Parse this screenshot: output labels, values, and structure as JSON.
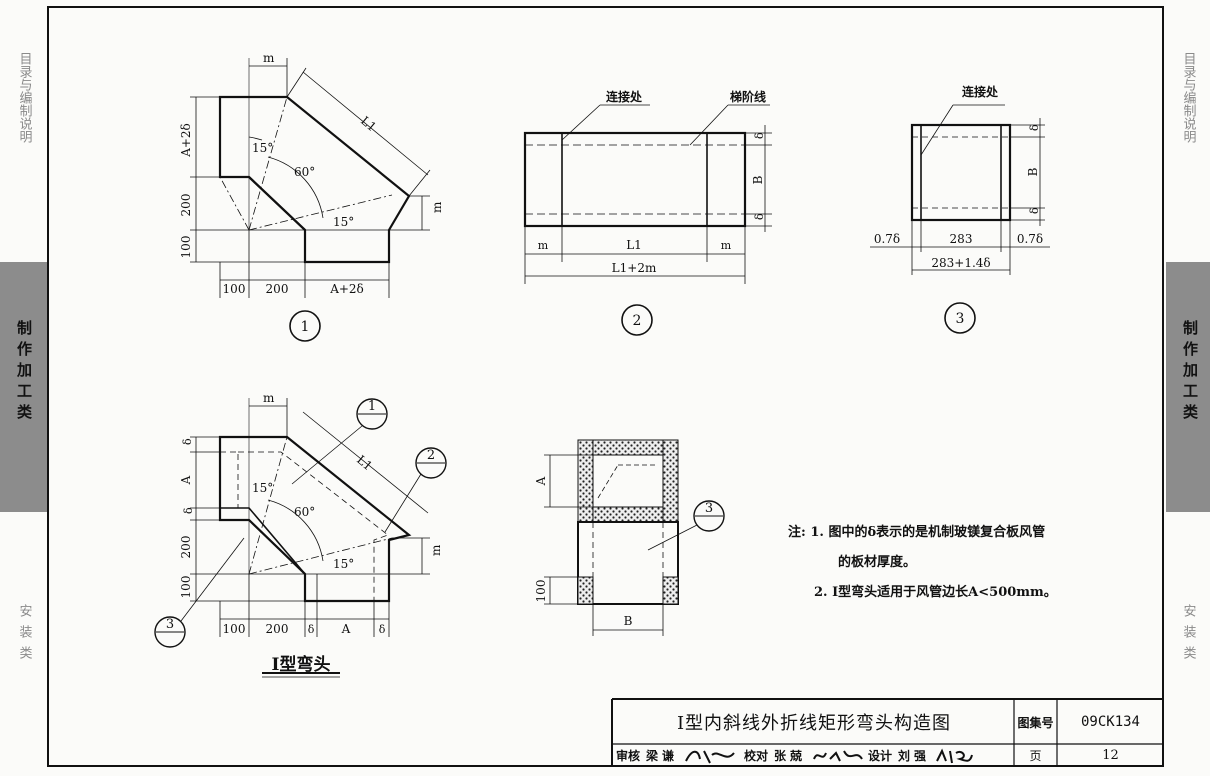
{
  "side_tabs": {
    "left": [
      {
        "label": "目录与编制说明",
        "active": false
      },
      {
        "label": "制作加工类",
        "active": true
      },
      {
        "label": "安装类",
        "active": false
      }
    ],
    "right": [
      {
        "label": "目录与编制说明",
        "active": false
      },
      {
        "label": "制作加工类",
        "active": true
      },
      {
        "label": "安装类",
        "active": false
      }
    ]
  },
  "figure1": {
    "circle": "1",
    "dims": {
      "m": "m",
      "L1": "L1",
      "A2d": "A+2δ",
      "d200": "200",
      "d100": "100",
      "b100": "100",
      "b200": "200",
      "bA2d": "A+2δ",
      "ang15a": "15°",
      "ang60": "60°",
      "ang15b": "15°",
      "mr": "m"
    }
  },
  "figure2": {
    "circle": "2",
    "label_joint": "连接处",
    "label_step": "梯阶线",
    "dims": {
      "m_left": "m",
      "L1": "L1",
      "m_right": "m",
      "total": "L1+2m",
      "d_top": "δ",
      "B": "B",
      "d_bot": "δ"
    }
  },
  "figure3": {
    "circle": "3",
    "label_joint": "连接处",
    "dims": {
      "left": "0.7δ",
      "mid": "283",
      "right": "0.7δ",
      "total": "283+1.4δ",
      "d_top": "δ",
      "B": "B",
      "d_bot": "δ"
    }
  },
  "figure4": {
    "title": "I型弯头",
    "callouts": [
      "1",
      "2",
      "3"
    ],
    "dims": {
      "m": "m",
      "L1": "L1",
      "d_top": "δ",
      "A": "A",
      "d_mid": "δ",
      "d200": "200",
      "d100": "100",
      "b100": "100",
      "b200": "200",
      "bd1": "δ",
      "bA": "A",
      "bd2": "δ",
      "ang15a": "15°",
      "ang60": "60°",
      "ang15b": "15°",
      "mr": "m"
    }
  },
  "figure5": {
    "callout": "3",
    "dims": {
      "A": "A",
      "d100": "100",
      "B": "B"
    }
  },
  "notes": {
    "prefix": "注:",
    "line1": "1. 图中的δ表示的是机制玻镁复合板风管",
    "line2": "的板材厚度。",
    "line3": "2. I型弯头适用于风管边长A<500mm。"
  },
  "title_block": {
    "title": "I型内斜线外折线矩形弯头构造图",
    "atlas_label": "图集号",
    "atlas_no": "09CK134",
    "review_label": "审核",
    "reviewer": "梁谦",
    "check_label": "校对",
    "checker": "张兢",
    "design_label": "设计",
    "designer": "刘强",
    "page_label": "页",
    "page_no": "12"
  }
}
